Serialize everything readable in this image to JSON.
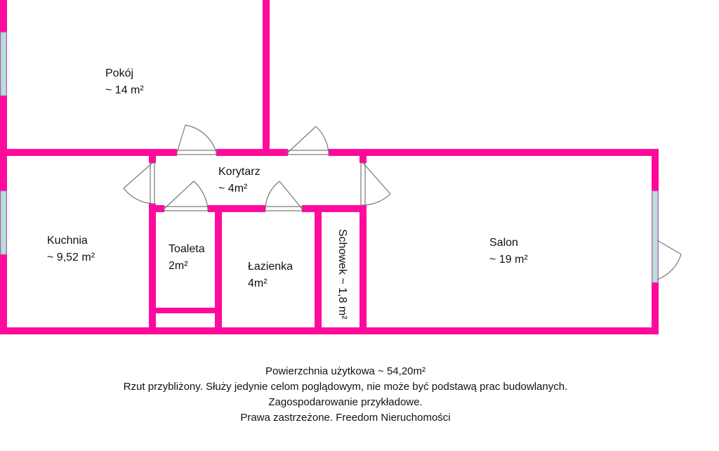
{
  "rooms": {
    "pokoj": {
      "name": "Pokój",
      "area": "~ 14 m²"
    },
    "korytarz": {
      "name": "Korytarz",
      "area": "~ 4m²"
    },
    "kuchnia": {
      "name": "Kuchnia",
      "area": "~ 9,52 m²"
    },
    "toaleta": {
      "name": "Toaleta",
      "area": "2m²"
    },
    "lazienka": {
      "name": "Łazienka",
      "area": "4m²"
    },
    "schowek": {
      "label": "Schowek ~ 1,8 m²"
    },
    "salon": {
      "name": "Salon",
      "area": "~ 19 m²"
    }
  },
  "footer": {
    "line1": "Powierzchnia użytkowa ~ 54,20m²",
    "line2": "Rzut przybliżony. Służy jedynie celom poglądowym, nie może być podstawą prac budowlanych.",
    "line3": "Zagospodarowanie przykładowe.",
    "line4": "Prawa zastrzeżone. Freedom Nieruchomości"
  },
  "colors": {
    "wall": "#ff0a9c",
    "window": "#b9dede",
    "door": "#777777"
  }
}
